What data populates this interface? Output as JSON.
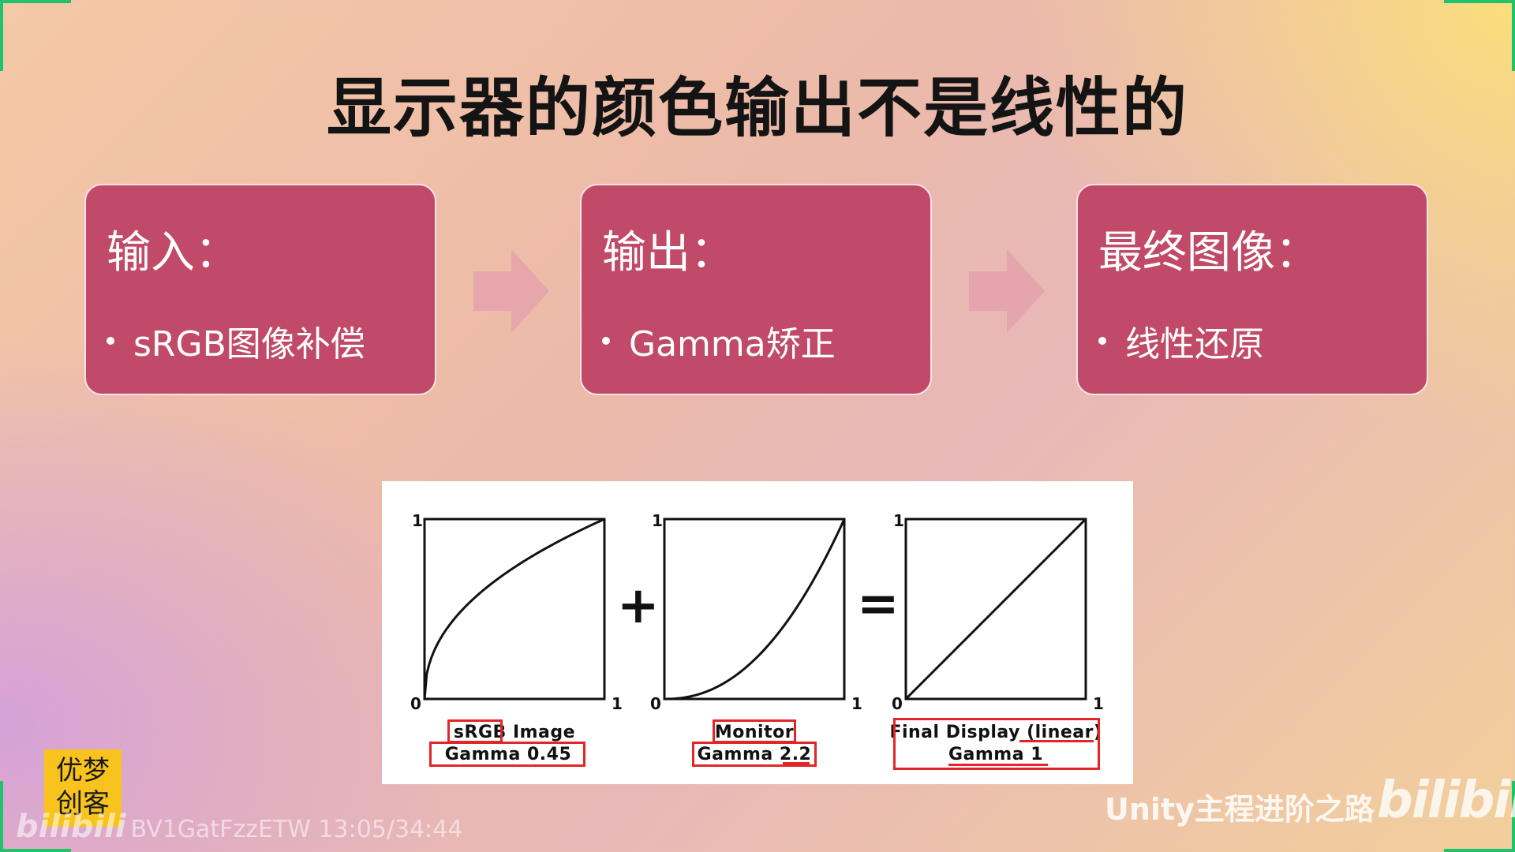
{
  "slide": {
    "title": "显示器的颜色输出不是线性的"
  },
  "cards": [
    {
      "title": "输入：",
      "bullet": "sRGB图像补偿"
    },
    {
      "title": "输出：",
      "bullet": "Gamma矫正"
    },
    {
      "title": "最终图像：",
      "bullet": "线性还原"
    }
  ],
  "figure": {
    "operators": {
      "plus": "+",
      "equals": "="
    },
    "graphs": [
      {
        "caption_line1": "sRGB Image",
        "caption_line2": "Gamma 0.45",
        "gamma": 0.45,
        "tick_min": "0",
        "tick_max": "1"
      },
      {
        "caption_line1": "Monitor",
        "caption_line2": "Gamma 2.2",
        "gamma": 2.2,
        "tick_min": "0",
        "tick_max": "1"
      },
      {
        "caption_line1": "Final Display (linear)",
        "caption_line2": "Gamma 1",
        "gamma": 1,
        "tick_min": "0",
        "tick_max": "1"
      }
    ]
  },
  "branding": {
    "logo_line1": "优梦",
    "logo_line2": "创客",
    "channel": "Unity主程进阶之路",
    "platform_logo": "bilibili",
    "watermark_logo": "bilibili",
    "watermark_text": "BV1GatFzzETW 13:05/34:44"
  },
  "colors": {
    "card": "#c04a68",
    "highlight": "#e02626",
    "corner": "#1fc36b"
  }
}
